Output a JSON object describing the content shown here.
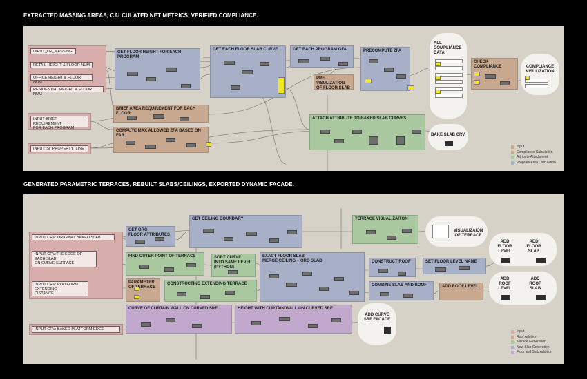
{
  "section1": {
    "heading": "EXTRACTED MASSING AREAS, CALCULATED NET METRICS, VERIFIED COMPLIANCE.",
    "inputs": {
      "dp_massing": "INPUT_DP_MASSING",
      "retail": "RETAIL HEIGHT & FLOOR NUM",
      "office": "OFFICE HEIGHT & FLOOR NUM",
      "residential": "RESIDENTIAL HEIGHT & FLOOR NUM",
      "brief": "INPUT BRIEF REQUIREMENT\nFOR EACH PROGRAM",
      "property": "INPUT: SI_PROPERTY_LINE"
    },
    "groups": {
      "floor_height": "GET FLOOR HEIGHT FOR EACH PROGRAM",
      "slab_curve": "GET EACH FLOOR SLAB CURVE",
      "gfa": "GET EACH PROGRAM GFA",
      "precompute": "PRECOMPUTE ZFA",
      "previz": "PRE VISULIZATION\nOF FLOOR SLAB",
      "check": "CHECK COMPLIANCE",
      "brief_area": "BRIEF AREA REQUIREMENT FOR EACH FLOOR",
      "max_zfa": "COMPUTE MAX ALLOWED ZFA BASED ON FAR",
      "attach": "ATTACH ATTRIBUTE TO BAKED SLAB CURVES"
    },
    "bubbles": {
      "all_data": "ALL\nCOMPLIANCE\nDATA",
      "compliance_viz": "COMPLIANCE\nVISULIZATION",
      "bake_slab": "BAKE SLAB CRV"
    },
    "legend": [
      "Input",
      "Compliance Calculation",
      "Attribute Attachment",
      "Program Area Calculation"
    ]
  },
  "section2": {
    "heading": "GENERATED PARAMETRIC TERRACES, REBUILT SLABS/CEILINGS, EXPORTED DYNAMIC FACADE.",
    "inputs": {
      "orig_slab": "INPUT CRV: ORIGINAL BAKED SLAB",
      "edge": "INPUT CRV:THE EDGE OF\nEACH SLAB\nON CURVE SURFACE",
      "platform": "INPUT CRV: PLATFORM\nEXTENDING\nDISTANCE",
      "baked_edge": "INPUT CRV: BAKED PLATFORM EDGE"
    },
    "groups": {
      "org_floor": "GET ORG\nFLOOR ATTRIBUTES",
      "ceiling": "GET CEILING BOUNDARY",
      "terrace_viz": "TERRACE VISUALIZAITON",
      "outer_point": "FIND OUTER POINT OF TERRACE",
      "sort_curve": "SORT CURVE\nINTO SAME LEVEL\n(PYTHON)",
      "exact_slab": "EXACT FLOOR SLAB\nMERGE CEILING + ORG SLAB",
      "construct_roof": "CONSTRUCT ROOF",
      "set_floor": "SET FLOOR LEVEL NAME",
      "parameter": "PARAMETER\nOF TERRACE",
      "extending": "CONSTRUCTING EXTENDING TERRACE",
      "combine": "COMBINE SLAB AND ROOF",
      "add_roof_level": "ADD ROOF LEVEL",
      "curtain": "CURVE OF CURTAIN WALL ON CURVED SRF",
      "height_curtain": "HEIGHT WITH CURTAIN WALL ON CURVED SRF"
    },
    "bubbles": {
      "viz_terrace": "VISUALIZAION\nOF TERRACE",
      "add_floor_level": "ADD\nFLOOR\nLEVEL",
      "add_floor_slab": "ADD\nFLOOR\nSLAB",
      "add_roof_level_b": "ADD\nROOF\nLEVEL",
      "add_roof_slab": "ADD\nROOF\nSLAB",
      "facade": "ADD CURVE\nSRF FACADE"
    },
    "legend": [
      "Input",
      "Roof Addition",
      "Terrace Generation",
      "New Slab Generation",
      "Floor and Slab Addition"
    ]
  },
  "colors": {
    "input": "#d7aeab",
    "compliance": "#c8a990",
    "attribute": "#a9c8a0",
    "program": "#a8b0c8",
    "floor_slab_addition": "#c2a8cc"
  }
}
